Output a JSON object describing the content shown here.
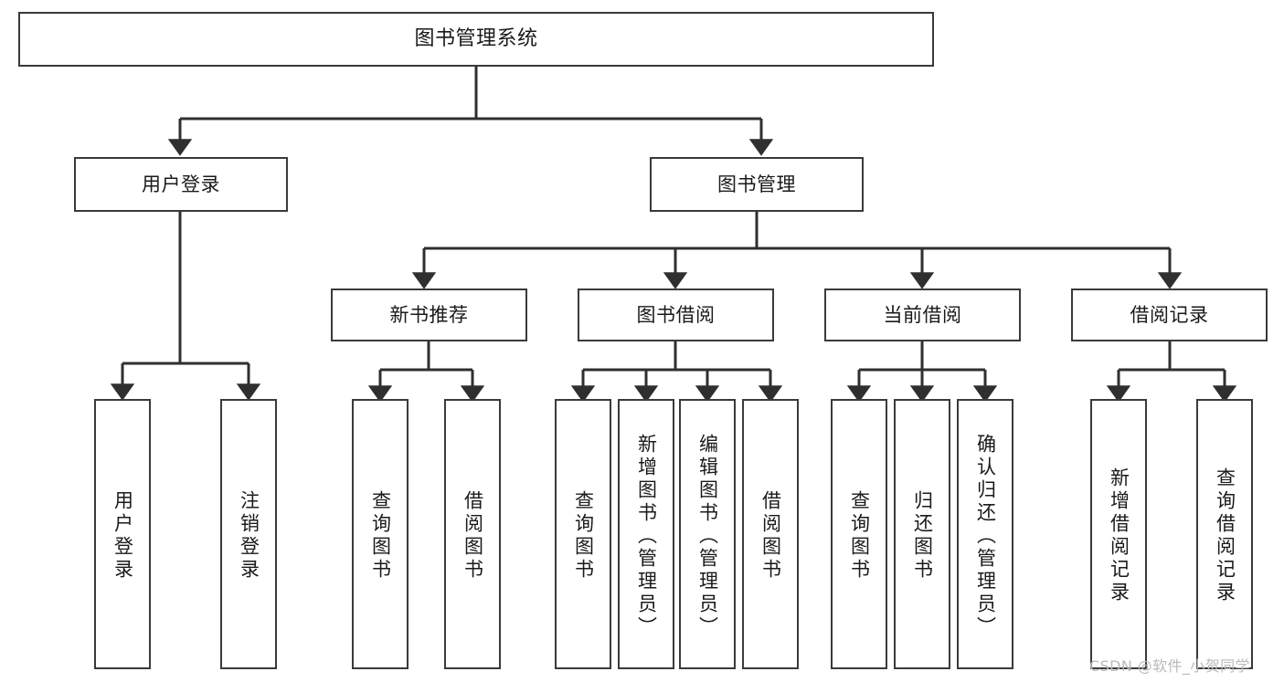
{
  "diagram": {
    "title": "图书管理系统",
    "type": "hierarchy-tree",
    "root": {
      "label": "图书管理系统"
    },
    "level2": [
      {
        "label": "用户登录"
      },
      {
        "label": "图书管理"
      }
    ],
    "level3": [
      {
        "label": "新书推荐"
      },
      {
        "label": "图书借阅"
      },
      {
        "label": "当前借阅"
      },
      {
        "label": "借阅记录"
      }
    ],
    "leaves": {
      "user_login": [
        {
          "label": "用户登录"
        },
        {
          "label": "注销登录"
        }
      ],
      "new_book_recommend": [
        {
          "label": "查询图书"
        },
        {
          "label": "借阅图书"
        }
      ],
      "book_borrow": [
        {
          "label": "查询图书"
        },
        {
          "label": "新增图书（管理员）"
        },
        {
          "label": "编辑图书（管理员）"
        },
        {
          "label": "借阅图书"
        }
      ],
      "current_borrow": [
        {
          "label": "查询图书"
        },
        {
          "label": "归还图书"
        },
        {
          "label": "确认归还（管理员）"
        }
      ],
      "borrow_record": [
        {
          "label": "新增借阅记录"
        },
        {
          "label": "查询借阅记录"
        }
      ]
    },
    "colors": {
      "box_border": "#3a3a3a",
      "box_fill": "#ffffff",
      "connector": "#2f2f2f",
      "text": "#1a1a1a",
      "watermark": "#b9b9b9"
    }
  },
  "watermark": {
    "text": "CSDN @软件_小贺同学"
  }
}
